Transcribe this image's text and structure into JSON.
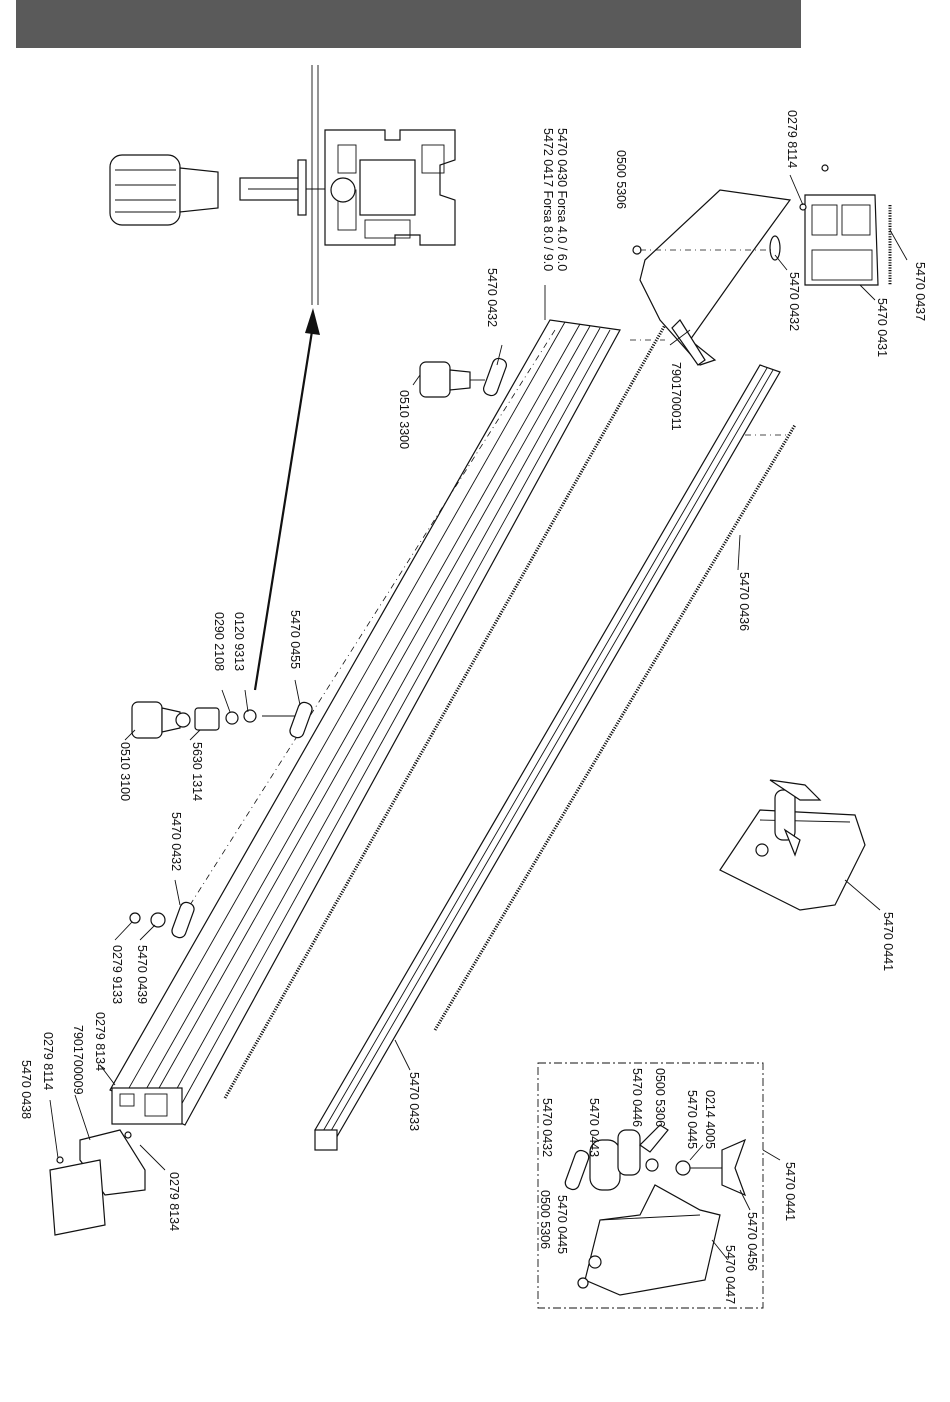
{
  "header": {
    "color": "#5a5a5a"
  },
  "parts": {
    "p_5470_0430": "5470 0430 Forsa 4.0 / 6.0",
    "p_5472_0417": "5472 0417 Forsa 8.0 / 9.0",
    "p_0500_5306_top": "0500 5306",
    "p_0279_8114_top": "0279 8114",
    "p_5470_0437": "5470 0437",
    "p_5470_0432_top": "5470 0432",
    "p_5470_0431": "5470 0431",
    "p_5470_0432_upper": "5470 0432",
    "p_0510_3300": "0510 3300",
    "p_7901700011": "7901700011",
    "p_5470_0436": "5470 0436",
    "p_5470_0455": "5470 0455",
    "p_0120_9313": "0120 9313",
    "p_0290_2108": "0290 2108",
    "p_5630_1314": "5630 1314",
    "p_0510_3100": "0510 3100",
    "p_5470_0432_mid": "5470 0432",
    "p_5470_0439": "5470 0439",
    "p_0279_9133": "0279 9133",
    "p_0279_8134_a": "0279 8134",
    "p_7901700009": "7901700009",
    "p_0279_8114_bottom": "0279 8114",
    "p_5470_0438": "5470 0438",
    "p_0279_8134_b": "0279 8134",
    "p_5470_0433": "5470 0433",
    "p_5470_0441_top": "5470 0441",
    "p_5470_0441_box": "5470 0441",
    "p_0214_4005": "0214 4005",
    "p_5470_0445_a": "5470 0445",
    "p_0500_5306_box_a": "0500 5306",
    "p_5470_0446": "5470 0446",
    "p_5470_0443": "5470 0443",
    "p_5470_0432_box": "5470 0432",
    "p_5470_0445_b": "5470 0445",
    "p_0500_5306_box_b": "0500 5306",
    "p_5470_0456": "5470 0456",
    "p_5470_0447": "5470 0447"
  }
}
